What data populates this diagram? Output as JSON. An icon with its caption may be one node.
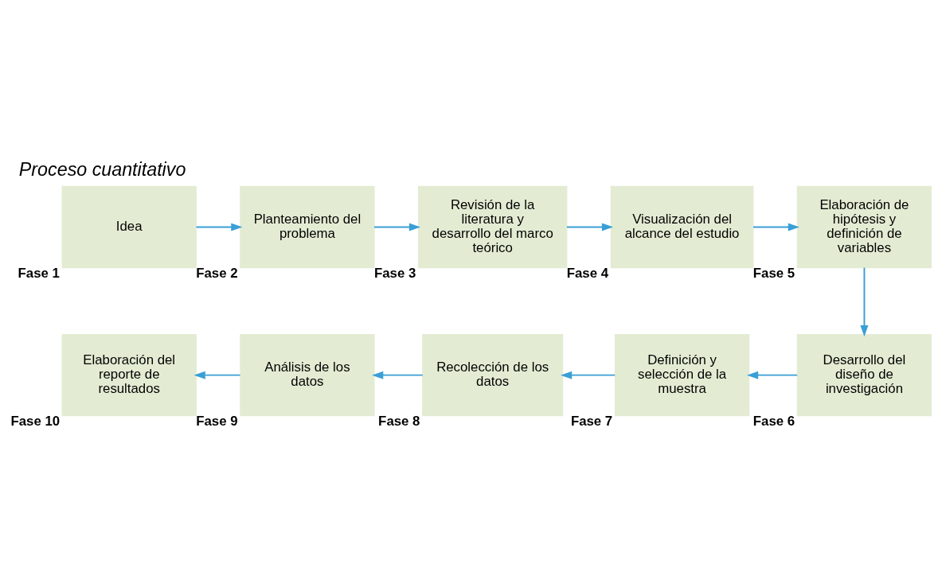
{
  "diagram": {
    "title": "Proceso cuantitativo",
    "nodes": [
      {
        "text": [
          "Idea"
        ],
        "beside": [
          "Fase 1"
        ]
      },
      {
        "text": [
          "Planteamiento del problema"
        ],
        "beside": [
          "Fase 2"
        ]
      },
      {
        "text": [
          "Revisión de la literatura y desarrollo del marco teórico"
        ],
        "beside": [
          "Fase 3"
        ]
      },
      {
        "text": [
          "Visualización del alcance del estudio"
        ],
        "beside": [
          "Fase 4"
        ]
      },
      {
        "text": [
          "Elaboración de hipótesis y definición de variables"
        ],
        "beside": [
          "Fase 5"
        ]
      },
      {
        "text": [
          "Desarrollo del diseño de investigación"
        ],
        "beside": [
          "Fase 6"
        ]
      },
      {
        "text": [
          "Definición y selección de la muestra"
        ],
        "beside": [
          "Fase 7"
        ]
      },
      {
        "text": [
          "Recolección de los datos"
        ],
        "beside": [
          "Fase 8"
        ]
      },
      {
        "text": [
          "Análisis de los datos"
        ],
        "beside": [
          "Fase 9"
        ]
      },
      {
        "text": [
          "Elaboración del reporte de resultados"
        ],
        "beside": [
          "Fase 10"
        ]
      }
    ],
    "edges": [
      {
        "from": 0,
        "to": 1,
        "arrow": "to"
      },
      {
        "from": 1,
        "to": 2,
        "arrow": "to"
      },
      {
        "from": 2,
        "to": 3,
        "arrow": "to"
      },
      {
        "from": 3,
        "to": 4,
        "arrow": "to"
      },
      {
        "from": 4,
        "to": 5,
        "arrow": "to"
      },
      {
        "from": 5,
        "to": 6,
        "arrow": "to"
      },
      {
        "from": 6,
        "to": 7,
        "arrow": "to"
      },
      {
        "from": 7,
        "to": 8,
        "arrow": "to"
      },
      {
        "from": 8,
        "to": 9,
        "arrow": "to"
      }
    ]
  }
}
